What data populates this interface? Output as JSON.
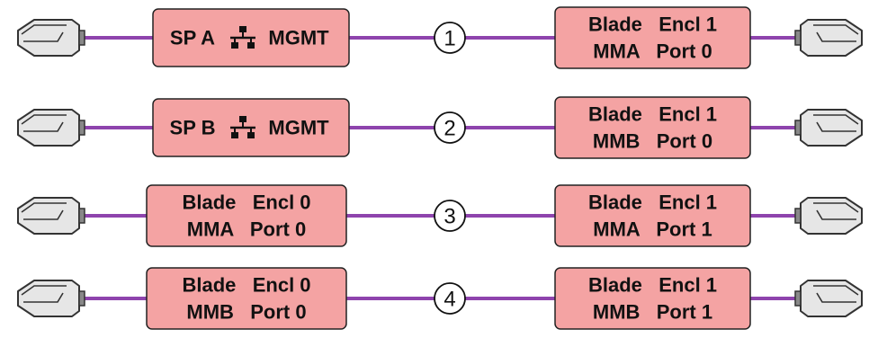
{
  "colors": {
    "cable": "#8e44ad",
    "box_fill": "#f4a3a3",
    "box_stroke": "#222222",
    "connector_fill": "#e6e6e6",
    "connector_stroke": "#333333"
  },
  "icons": {
    "network": "network-icon",
    "connector": "rj45-connector-icon"
  },
  "rows": [
    {
      "number": "1",
      "left": {
        "kind": "sp",
        "prefix": "SP A",
        "suffix": "MGMT"
      },
      "right": {
        "line1": "Blade   Encl 1",
        "line2": "MMA   Port 0"
      }
    },
    {
      "number": "2",
      "left": {
        "kind": "sp",
        "prefix": "SP B",
        "suffix": "MGMT"
      },
      "right": {
        "line1": "Blade   Encl 1",
        "line2": "MMB   Port 0"
      }
    },
    {
      "number": "3",
      "left": {
        "kind": "blade",
        "line1": "Blade   Encl 0",
        "line2": "MMA   Port 0"
      },
      "right": {
        "line1": "Blade   Encl 1",
        "line2": "MMA   Port 1"
      }
    },
    {
      "number": "4",
      "left": {
        "kind": "blade",
        "line1": "Blade   Encl 0",
        "line2": "MMB   Port 0"
      },
      "right": {
        "line1": "Blade   Encl 1",
        "line2": "MMB   Port 1"
      }
    }
  ]
}
